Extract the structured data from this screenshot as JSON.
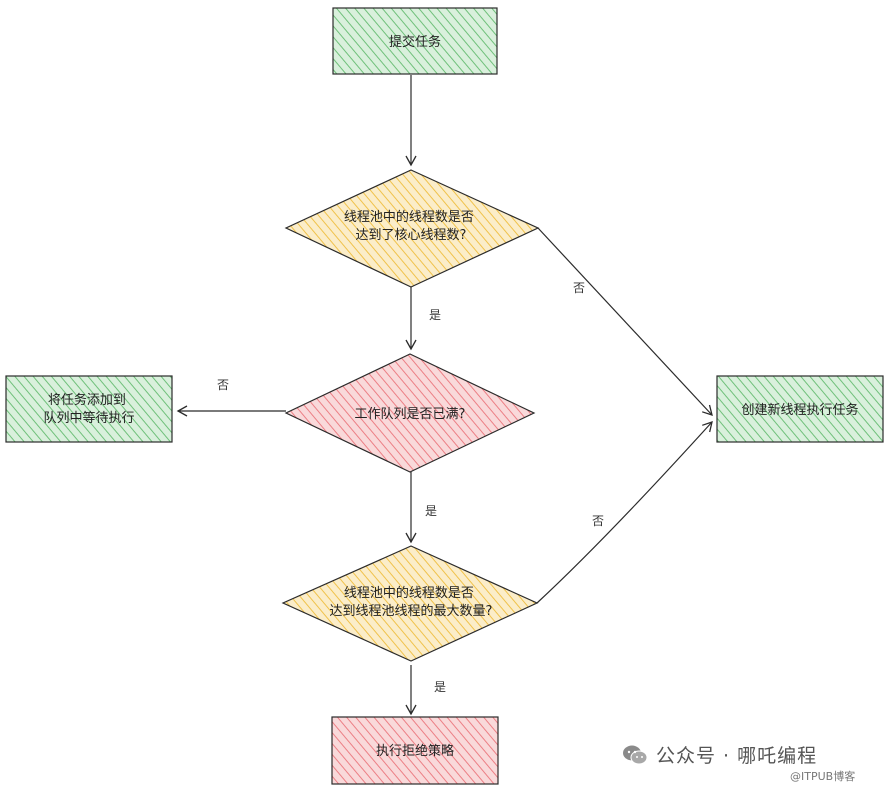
{
  "diagram": {
    "colors": {
      "green_fill": "#d9f0dc",
      "green_hatch": "#6fc07a",
      "yellow_fill": "#fbedc9",
      "yellow_hatch": "#f0c24b",
      "red_fill": "#f9d9da",
      "red_hatch": "#ec7f85",
      "stroke": "#2b2b2b"
    },
    "nodes": {
      "submit": {
        "lines": [
          "提交任务"
        ]
      },
      "check_core": {
        "lines": [
          "线程池中的线程数是否",
          "达到了核心线程数?"
        ]
      },
      "queue_full": {
        "lines": [
          "工作队列是否已满?"
        ]
      },
      "add_queue": {
        "lines": [
          "将任务添加到",
          "队列中等待执行"
        ]
      },
      "check_max": {
        "lines": [
          "线程池中的线程数是否",
          "达到线程池线程的最大数量?"
        ]
      },
      "create_thread": {
        "lines": [
          "创建新线程执行任务"
        ]
      },
      "reject": {
        "lines": [
          "执行拒绝策略"
        ]
      }
    },
    "edge_labels": {
      "core_yes": "是",
      "core_no": "否",
      "queue_no": "否",
      "queue_yes": "是",
      "max_no": "否",
      "max_yes": "是"
    }
  },
  "watermark": {
    "account": "公众号 · 哪吒编程",
    "site": "@ITPUB博客",
    "icon": "wechat-icon"
  }
}
